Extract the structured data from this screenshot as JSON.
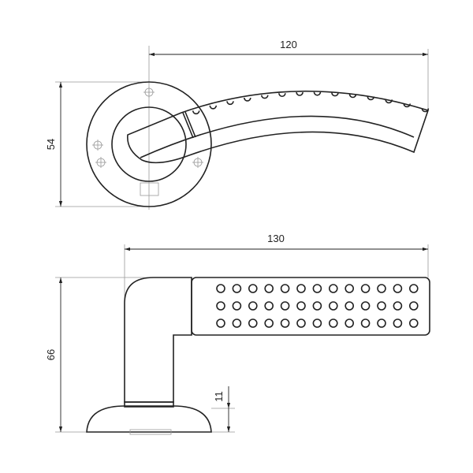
{
  "drawing": {
    "top_view": {
      "length_label": "120",
      "height_label": "54"
    },
    "side_view": {
      "length_label": "130",
      "height_label": "66",
      "base_label": "11"
    },
    "grip_dots": {
      "rows": 3,
      "cols": 13
    },
    "top_bumps": 14
  }
}
